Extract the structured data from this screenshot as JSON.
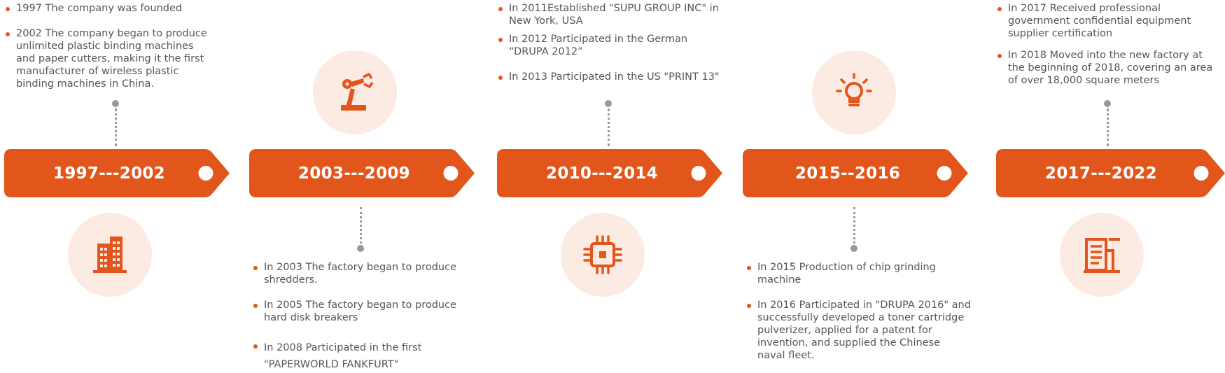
{
  "accent_color": "#e3561b",
  "icon_bg_color": "#fbebe3",
  "periods": [
    {
      "label": "1997---2002",
      "icon": "building-icon",
      "events": [
        "1997 The company was founded",
        "2002 The company began to produce unlimited plastic binding machines and paper cutters, making it the first manufacturer of wireless plastic binding machines in China."
      ]
    },
    {
      "label": "2003---2009",
      "icon": "robot-arm-icon",
      "events": [
        "In 2003 The factory began to produce shredders.",
        "In 2005 The factory began to produce hard disk breakers",
        "In 2008 Participated in the first \"PAPERWORLD FANKFURT\""
      ]
    },
    {
      "label": "2010---2014",
      "icon": "chip-icon",
      "events": [
        "In 2011Established \"SUPU GROUP INC\" in New York, USA",
        "In 2012 Participated in the German “DRUPA 2012”",
        "In 2013 Participated in the US \"PRINT 13\""
      ]
    },
    {
      "label": "2015--2016",
      "icon": "lightbulb-icon",
      "events": [
        "In 2015 Production of chip grinding machine",
        "In 2016 Participated in \"DRUPA 2016\" and successfully developed a toner cartridge pulverizer, applied for a patent for invention, and supplied the Chinese naval fleet."
      ]
    },
    {
      "label": "2017---2022",
      "icon": "document-icon",
      "events": [
        "In 2017 Received professional government confidential equipment supplier certification",
        "In 2018 Moved into the new factory at the beginning of 2018, covering an area of over 18,000 square meters"
      ]
    }
  ]
}
